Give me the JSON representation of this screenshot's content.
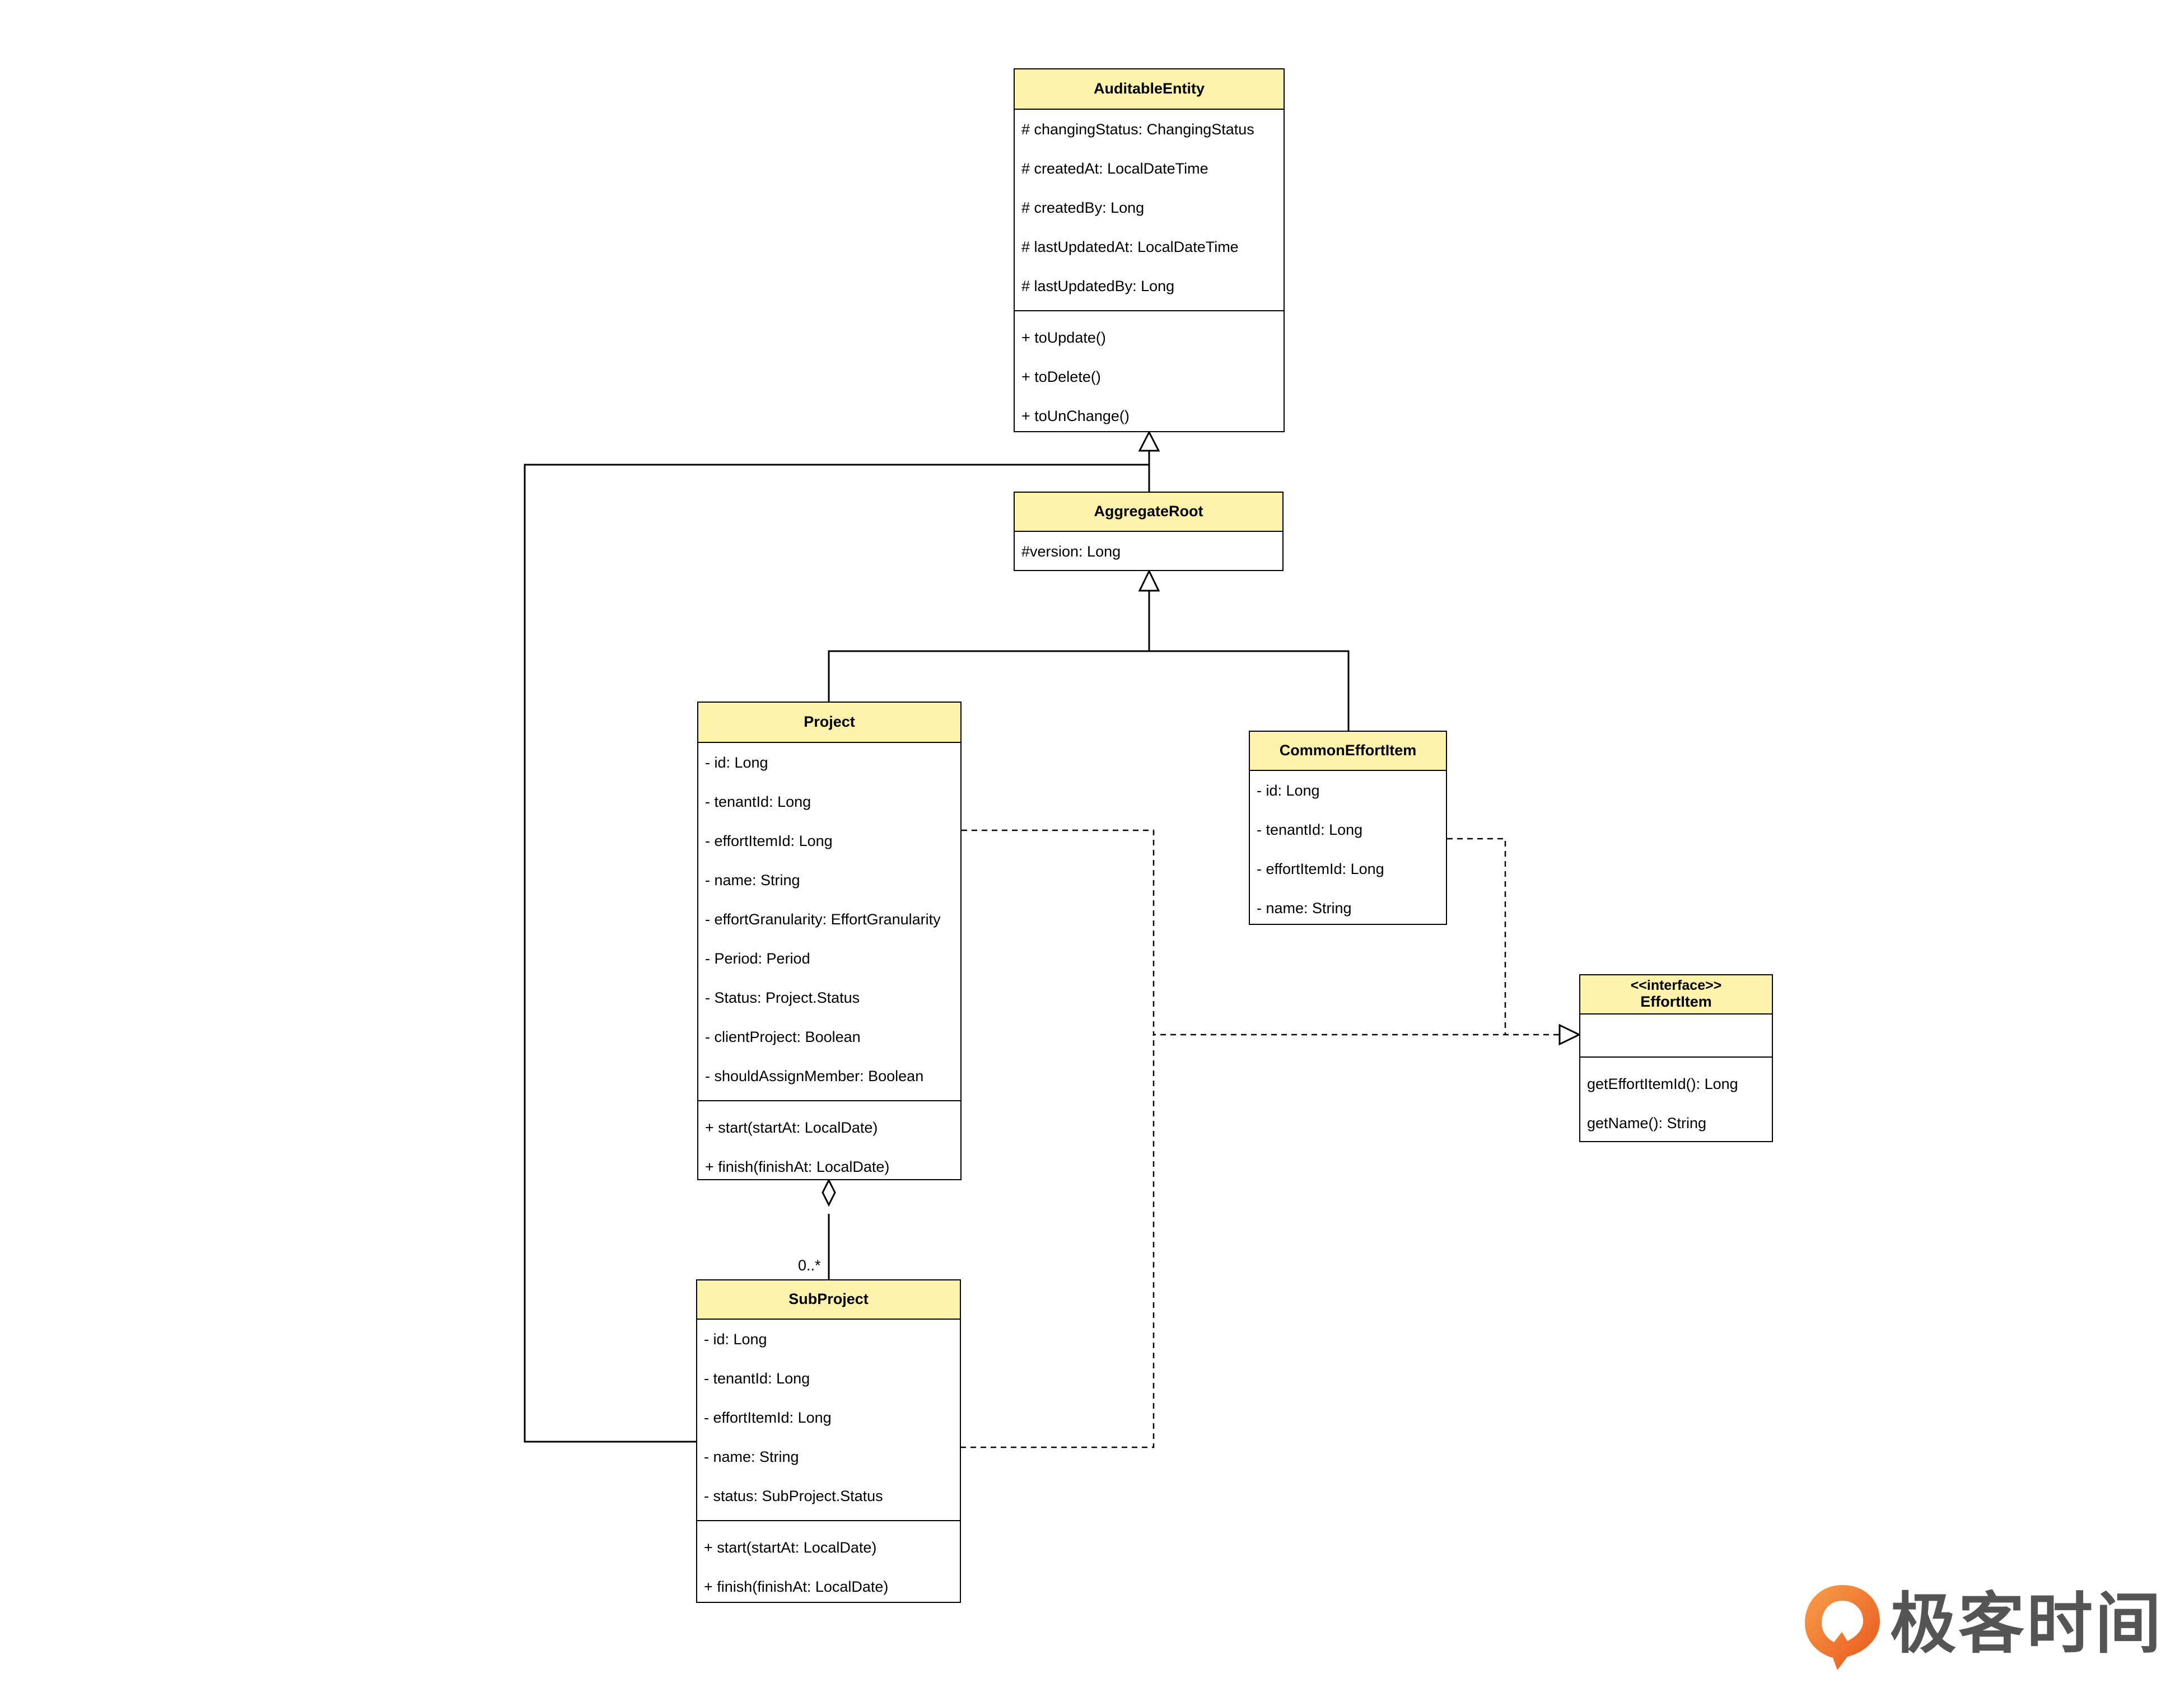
{
  "classes": {
    "auditable_entity": {
      "name": "AuditableEntity",
      "attributes": [
        "# changingStatus: ChangingStatus",
        "# createdAt: LocalDateTime",
        "# createdBy: Long",
        "# lastUpdatedAt: LocalDateTime",
        "# lastUpdatedBy: Long"
      ],
      "methods": [
        "+ toUpdate()",
        "+ toDelete()",
        "+ toUnChange()"
      ]
    },
    "aggregate_root": {
      "name": "AggregateRoot",
      "attributes": [
        "#version: Long"
      ]
    },
    "project": {
      "name": "Project",
      "attributes": [
        "- id: Long",
        "- tenantId: Long",
        "- effortItemId: Long",
        "- name: String",
        "- effortGranularity: EffortGranularity",
        "- Period: Period",
        "- Status: Project.Status",
        "- clientProject: Boolean",
        "- shouldAssignMember: Boolean"
      ],
      "methods": [
        "+ start(startAt: LocalDate)",
        "+ finish(finishAt: LocalDate)"
      ]
    },
    "common_effort_item": {
      "name": "CommonEffortItem",
      "attributes": [
        "- id: Long",
        "- tenantId: Long",
        "- effortItemId: Long",
        "- name: String"
      ]
    },
    "effort_item": {
      "stereotype": "<<interface>>",
      "name": "EffortItem",
      "methods": [
        "getEffortItemId(): Long",
        "getName(): String"
      ]
    },
    "sub_project": {
      "name": "SubProject",
      "attributes": [
        "- id: Long",
        "- tenantId: Long",
        "- effortItemId: Long",
        "- name: String",
        "- status: SubProject.Status"
      ],
      "methods": [
        "+ start(startAt: LocalDate)",
        "+ finish(finishAt: LocalDate)"
      ]
    }
  },
  "multiplicity": "0..*",
  "logo": {
    "text": "极客时间",
    "mark": "geektime-logo-icon",
    "mark_color": "#f26a1b"
  },
  "colors": {
    "class_header": "#fff2ab",
    "line": "#000000"
  }
}
